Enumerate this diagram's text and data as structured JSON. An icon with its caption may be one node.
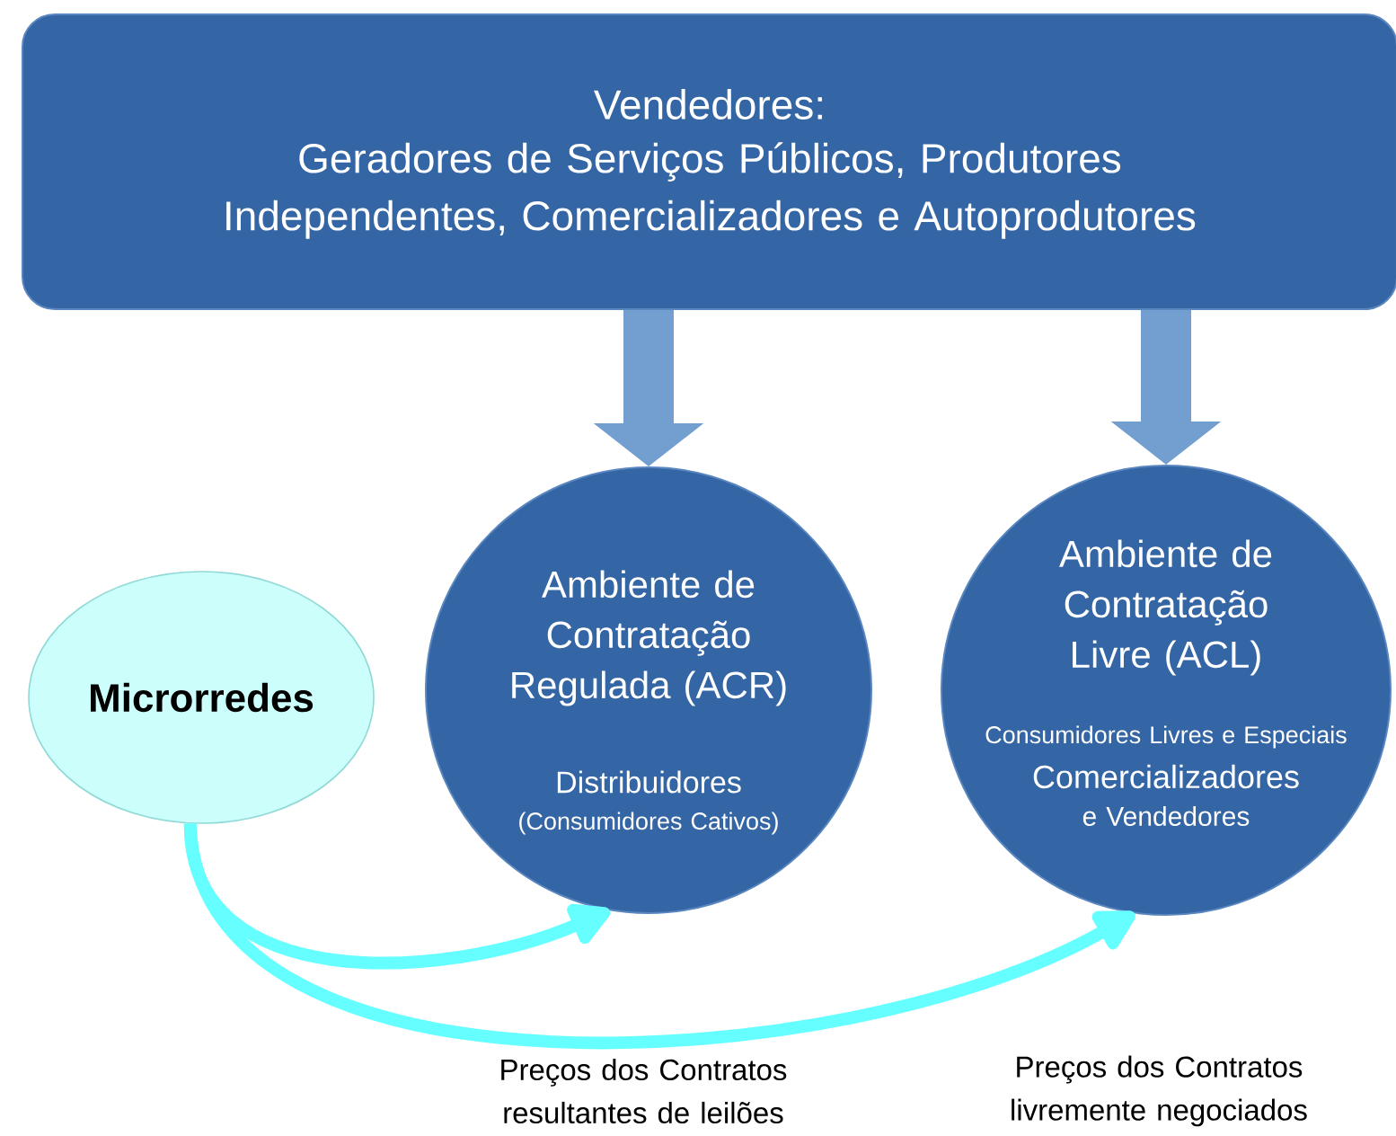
{
  "diagram": {
    "nodes": [
      {
        "text": [
          "Vendedores:",
          "Geradores de Serviços Públicos, Produtores Independentes, Comercializadores e Autoprodutores"
        ]
      },
      {
        "text": [
          "Microrredes"
        ]
      },
      {
        "text": [
          "Ambiente de Contratação Regulada (ACR)",
          "Distribuidores",
          "(Consumidores Cativos)"
        ]
      },
      {
        "text": [
          "Ambiente de Contratação Livre (ACL)",
          "Consumidores Livres e Especiais",
          "Comercializadores",
          "e Vendedores"
        ]
      }
    ],
    "edges": [
      {
        "from": 0,
        "to": 2,
        "arrow": "to",
        "style": "thick"
      },
      {
        "from": 0,
        "to": 3,
        "arrow": "to",
        "style": "thick"
      },
      {
        "from": 1,
        "to": 2,
        "arrow": "to",
        "color": "#66ffff"
      },
      {
        "from": 1,
        "to": 3,
        "arrow": "to",
        "color": "#66ffff"
      }
    ],
    "labels": [
      "Preços dos Contratos resultantes de leilões",
      "Preços dos Contratos livremente negociados"
    ]
  }
}
